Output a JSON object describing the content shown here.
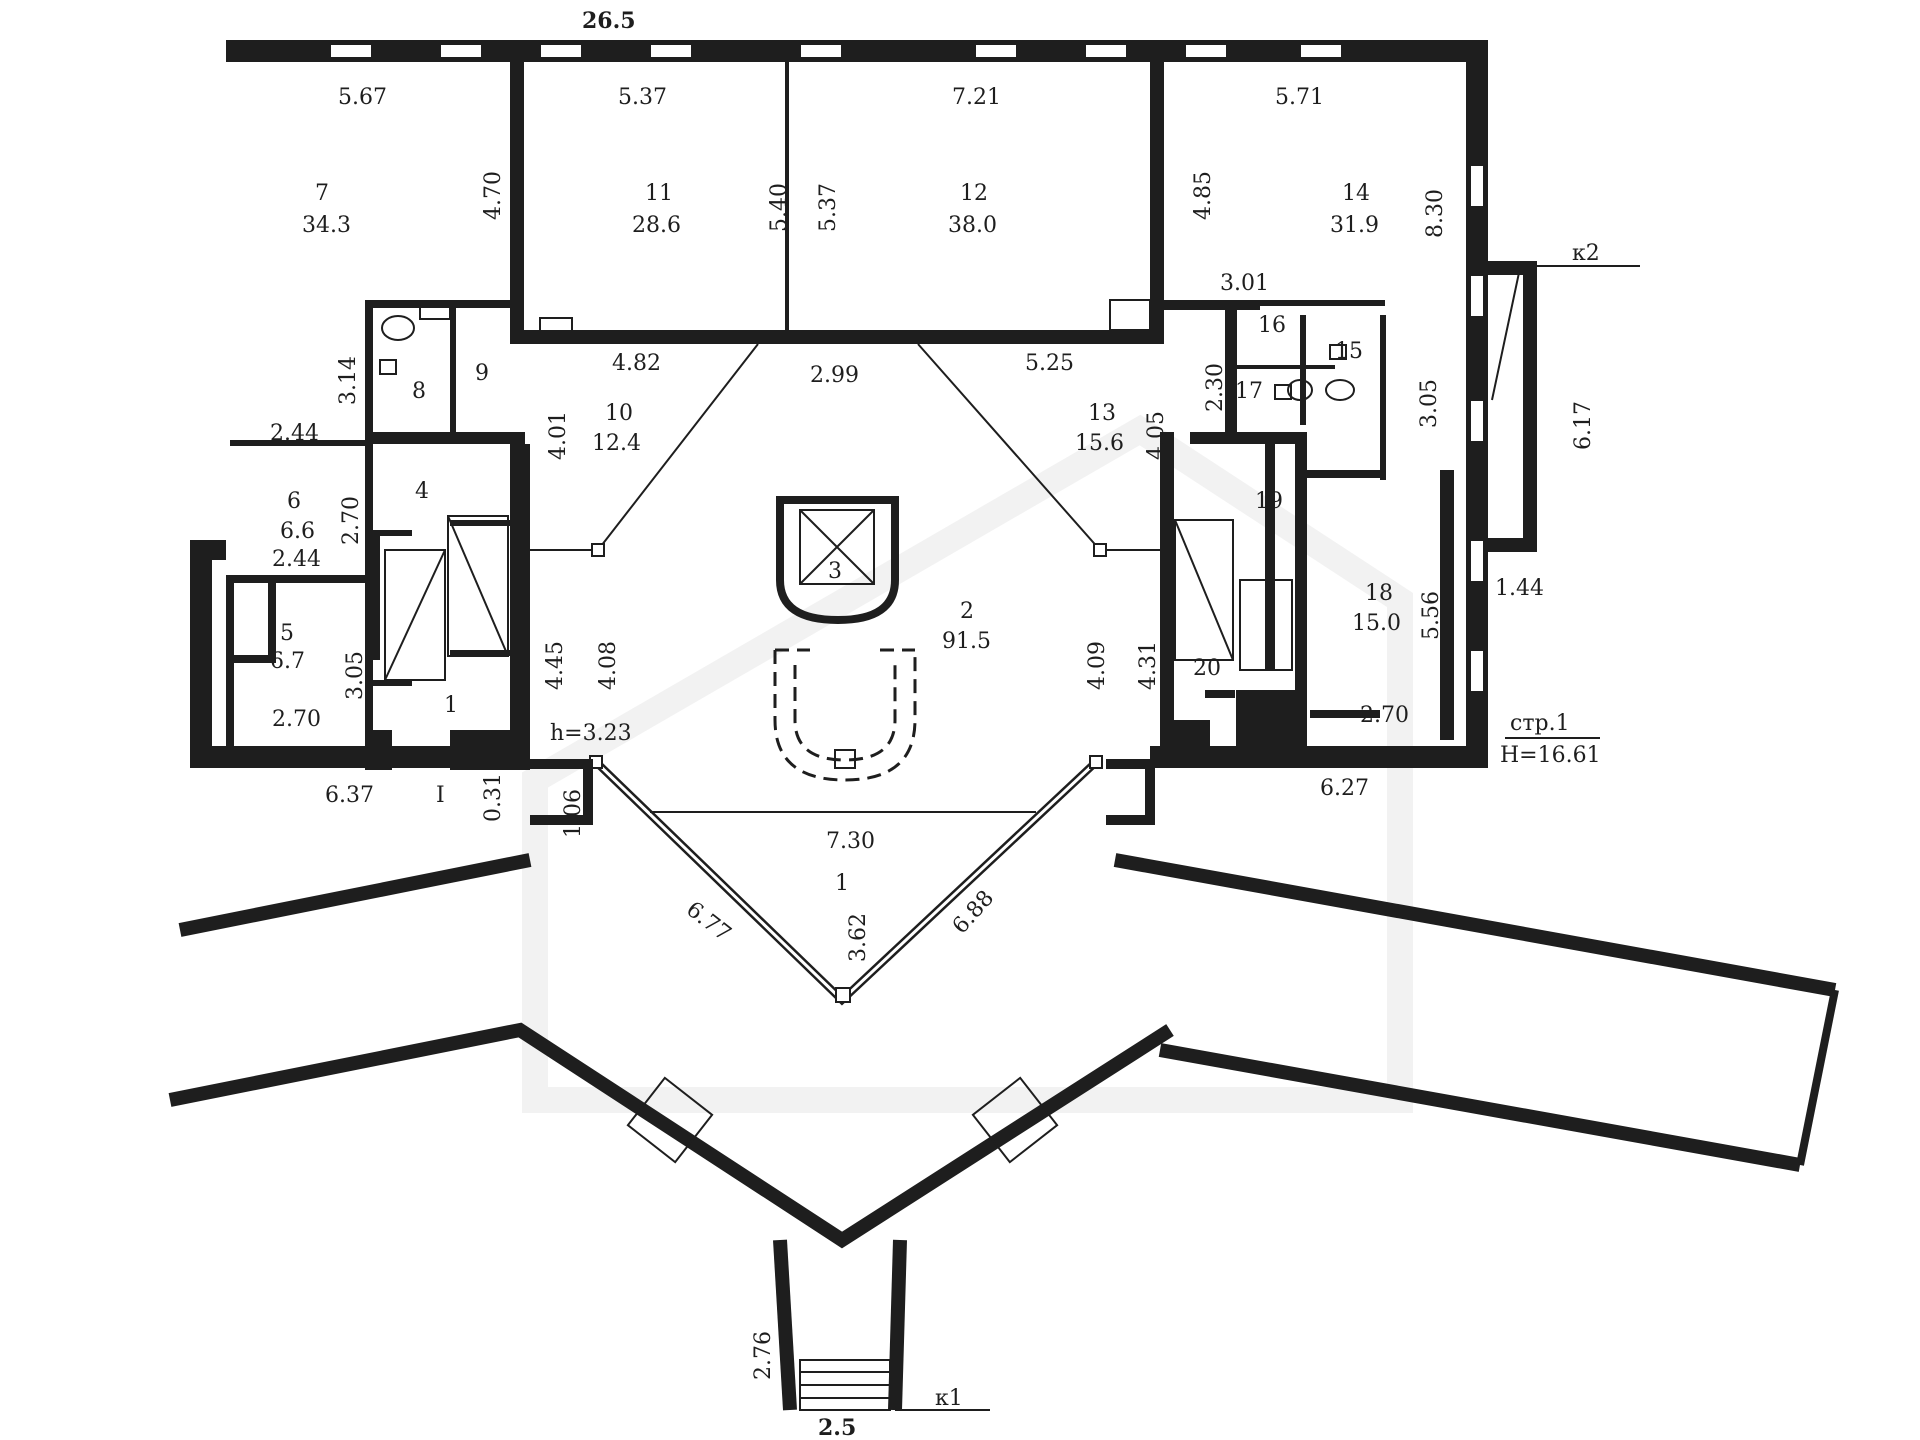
{
  "plan": {
    "colors": {
      "wall": "#1e1e1e",
      "background": "#ffffff",
      "watermark": "#ececec"
    },
    "overall": {
      "width_top": "26.5",
      "entrance_width": "2.5",
      "entrance_depth": "2.76"
    },
    "rooms": [
      {
        "no": "7",
        "area": "34.3"
      },
      {
        "no": "11",
        "area": "28.6"
      },
      {
        "no": "12",
        "area": "38.0"
      },
      {
        "no": "14",
        "area": "31.9"
      },
      {
        "no": "10",
        "area": "12.4"
      },
      {
        "no": "13",
        "area": "15.6"
      },
      {
        "no": "6",
        "area": "6.6"
      },
      {
        "no": "5",
        "area": "6.7"
      },
      {
        "no": "2",
        "area": "91.5"
      },
      {
        "no": "18",
        "area": "15.0"
      }
    ],
    "room_numbers": [
      "8",
      "9",
      "4",
      "16",
      "15",
      "17",
      "19",
      "20",
      "3",
      "1",
      "1"
    ],
    "dimensions": [
      "5.67",
      "5.37",
      "7.21",
      "5.71",
      "4.70",
      "5.40",
      "5.37",
      "4.85",
      "8.30",
      "3.01",
      "3.14",
      "4.82",
      "2.99",
      "5.25",
      "2.30",
      "3.05",
      "4.01",
      "4.05",
      "2.44",
      "2.70",
      "2.44",
      "3.05",
      "2.70",
      "4.45",
      "4.08",
      "4.09",
      "4.31",
      "5.56",
      "2.70",
      "6.17",
      "1.44",
      "6.37",
      "0.31",
      "1.06",
      "6.27",
      "7.30",
      "6.77",
      "3.62",
      "6.88"
    ],
    "level": {
      "page": "стр.1",
      "height": "H=16.61",
      "ceiling": "h=3.23"
    },
    "markers": {
      "k1": "к1",
      "k2": "к2",
      "roman": "I"
    }
  }
}
